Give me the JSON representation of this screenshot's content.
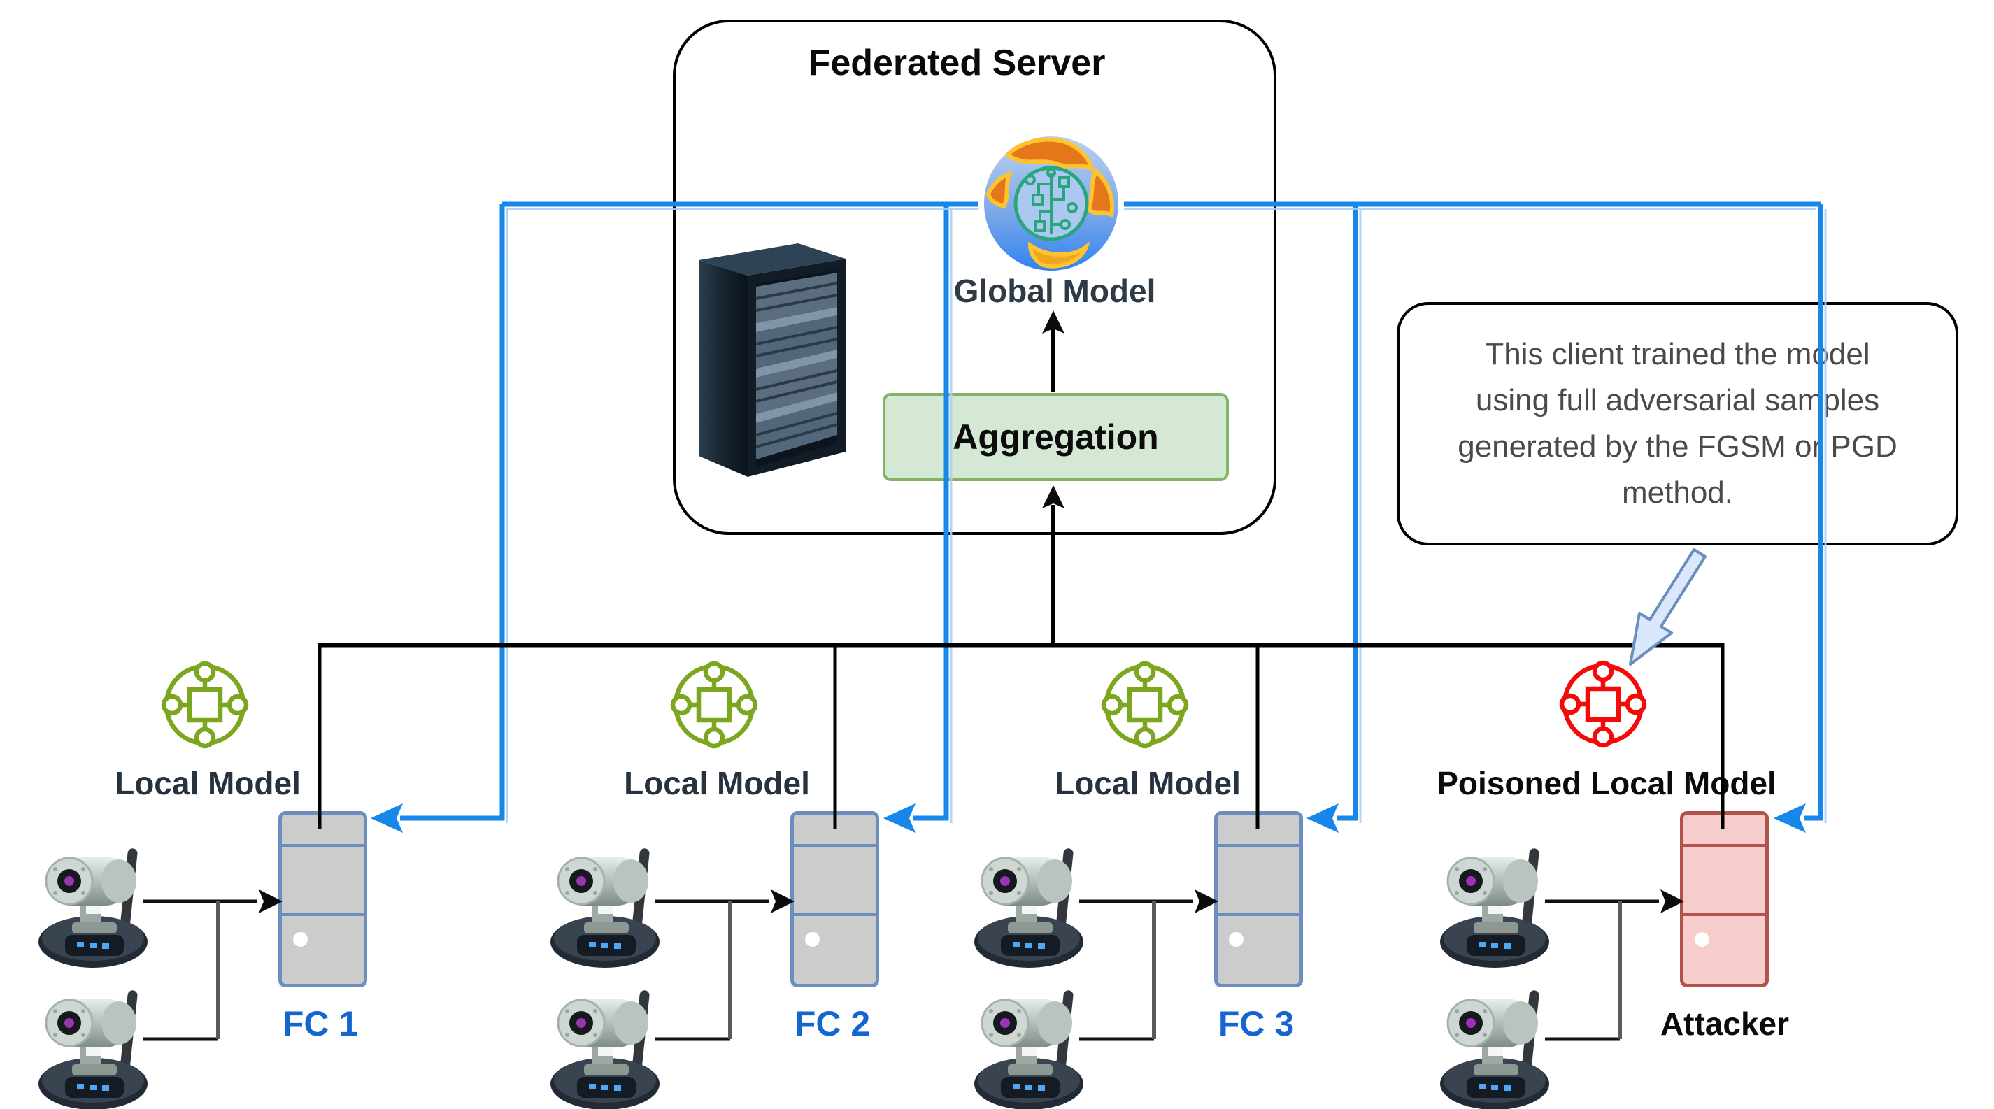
{
  "server": {
    "title": "Federated Server",
    "global_model_label": "Global Model",
    "aggregation_label": "Aggregation"
  },
  "callout": {
    "full_text": "This client trained the model using full adversarial samples generated by the FGSM or PGD method.",
    "lines": [
      "This client trained the model",
      "using full adversarial samples",
      "generated by the FGSM or PGD",
      "method."
    ]
  },
  "clients": [
    {
      "model_label": "Local Model",
      "fc_label": "FC 1",
      "type": "benign",
      "cameras": 2
    },
    {
      "model_label": "Local Model",
      "fc_label": "FC 2",
      "type": "benign",
      "cameras": 2
    },
    {
      "model_label": "Local Model",
      "fc_label": "FC 3",
      "type": "benign",
      "cameras": 2
    },
    {
      "model_label": "Poisoned Local Model",
      "fc_label": "Attacker",
      "type": "poisoned",
      "cameras": 2
    }
  ],
  "icons": {
    "global_model": "globe-circuit-brain-icon",
    "server": "server-rack-icon",
    "local_model": "distributed-network-icon",
    "poisoned_model": "distributed-network-icon-red",
    "client_device": "ip-camera-icon",
    "callout_pointer": "down-left-3d-arrow-icon"
  },
  "colors": {
    "global_update_line": "#1787ea",
    "local_update_line": "#000000",
    "aggregation_fill": "#d5e8d4",
    "aggregation_border": "#82b366",
    "fc_fill": "#cccccc",
    "fc_border": "#6c8ebf",
    "attacker_fill": "#f6cdcb",
    "attacker_border": "#b1534b",
    "icon_green": "#7ba61e",
    "icon_red": "#f50a0a",
    "fc_label_blue": "#1565d0",
    "model_label_dark": "#26323f",
    "callout_text_gray": "#4a4a4a"
  }
}
